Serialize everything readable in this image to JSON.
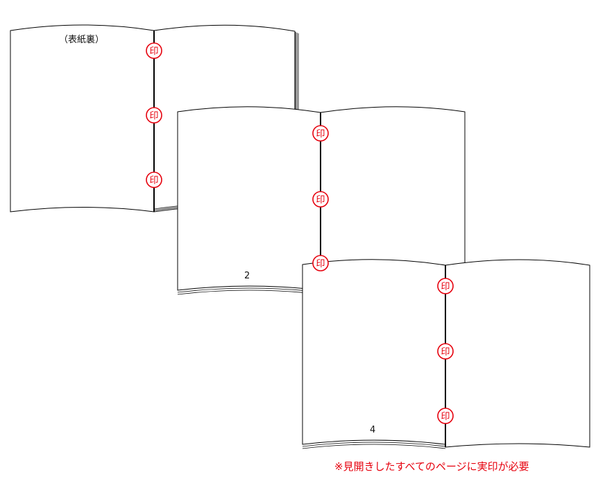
{
  "stamp_char": "印",
  "stamp_color": "#e6000d",
  "books": [
    {
      "id": "cover-back",
      "label": "（表紙裏）",
      "stamp_count": 3
    },
    {
      "id": "spread-2",
      "label": "2",
      "stamp_count": 3
    },
    {
      "id": "spread-4",
      "label": "4",
      "stamp_count": 3
    }
  ],
  "note": "※見開きしたすべてのページに実印が必要"
}
